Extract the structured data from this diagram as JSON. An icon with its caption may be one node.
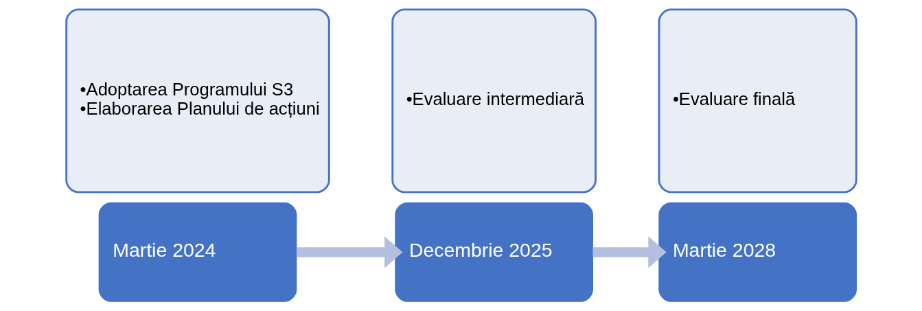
{
  "diagram": {
    "nodes": [
      {
        "text": [
          "Martie 2024"
        ]
      },
      {
        "text": [
          "•Adoptarea Programului S3",
          "•Elaborarea Planului de acțiuni"
        ]
      },
      {
        "text": [
          "Decembrie 2025"
        ]
      },
      {
        "text": [
          "•Evaluare intermediară"
        ]
      },
      {
        "text": [
          "Martie 2028"
        ]
      },
      {
        "text": [
          "•Evaluare finală"
        ]
      }
    ],
    "edges": [
      {
        "from": 0,
        "to": 2,
        "arrow": "to"
      },
      {
        "from": 2,
        "to": 4,
        "arrow": "to"
      }
    ]
  }
}
